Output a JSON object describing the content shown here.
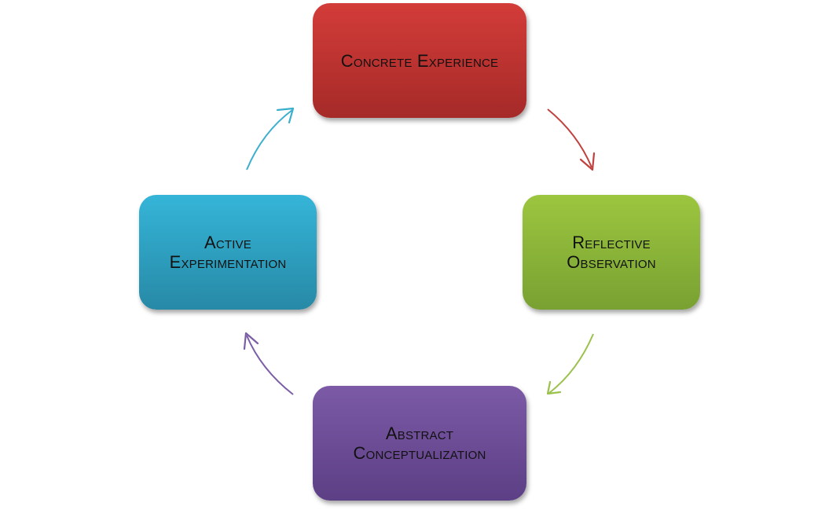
{
  "diagram": {
    "nodes": [
      {
        "id": "concrete",
        "lines": [
          "Concrete Experience"
        ],
        "color_top": "#d33c39",
        "color_bottom": "#a52a28"
      },
      {
        "id": "reflective",
        "lines": [
          "Reflective",
          "Observation"
        ],
        "color_top": "#9cc63f",
        "color_bottom": "#78a132"
      },
      {
        "id": "abstract",
        "lines": [
          "Abstract",
          "Conceptualization"
        ],
        "color_top": "#7c5aa6",
        "color_bottom": "#5c3f85"
      },
      {
        "id": "active",
        "lines": [
          "Active",
          "Experimentation"
        ],
        "color_top": "#35b5d8",
        "color_bottom": "#2789a6"
      }
    ],
    "edges": [
      {
        "from": "concrete",
        "to": "reflective",
        "color": "#c0413d"
      },
      {
        "from": "reflective",
        "to": "abstract",
        "color": "#9bc24d"
      },
      {
        "from": "abstract",
        "to": "active",
        "color": "#7b5ea6"
      },
      {
        "from": "active",
        "to": "concrete",
        "color": "#3aaecd"
      }
    ]
  }
}
